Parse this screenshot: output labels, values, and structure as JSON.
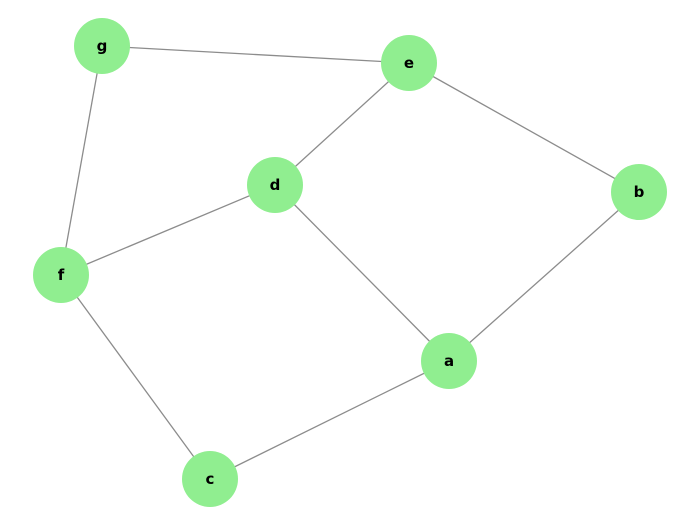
{
  "graph": {
    "node_color": "#90ee90",
    "edge_color": "#8c8c8c",
    "label_color": "#000000",
    "nodes": [
      {
        "id": "a",
        "label": "a"
      },
      {
        "id": "b",
        "label": "b"
      },
      {
        "id": "c",
        "label": "c"
      },
      {
        "id": "d",
        "label": "d"
      },
      {
        "id": "e",
        "label": "e"
      },
      {
        "id": "f",
        "label": "f"
      },
      {
        "id": "g",
        "label": "g"
      }
    ],
    "edges": [
      {
        "source": "g",
        "target": "e"
      },
      {
        "source": "g",
        "target": "f"
      },
      {
        "source": "e",
        "target": "d"
      },
      {
        "source": "e",
        "target": "b"
      },
      {
        "source": "d",
        "target": "f"
      },
      {
        "source": "d",
        "target": "a"
      },
      {
        "source": "b",
        "target": "a"
      },
      {
        "source": "f",
        "target": "c"
      },
      {
        "source": "a",
        "target": "c"
      }
    ]
  }
}
